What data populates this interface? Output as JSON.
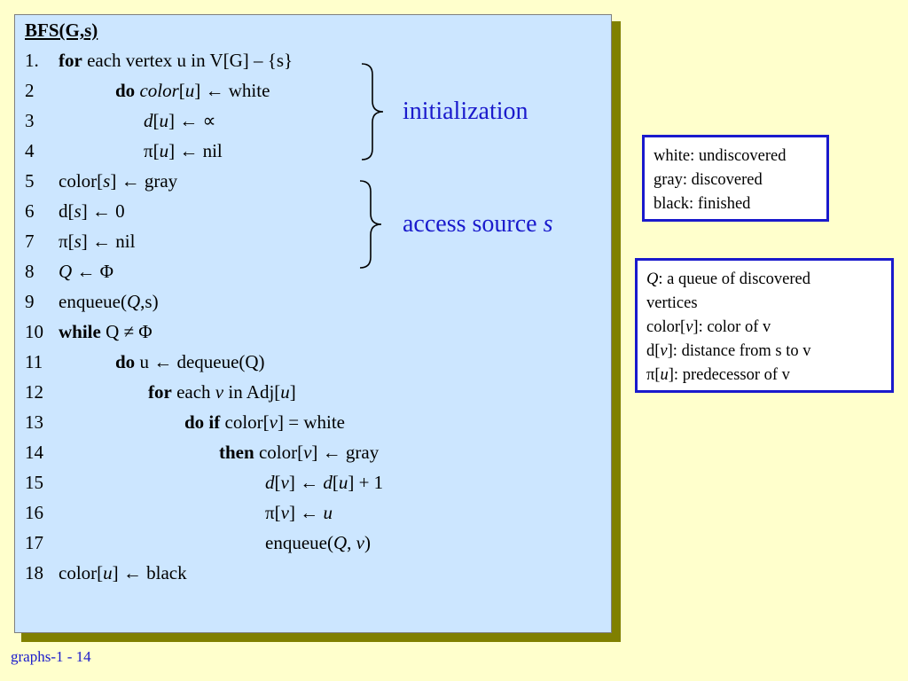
{
  "title": "BFS(G,s)",
  "lines": [
    {
      "num": "1.",
      "text": [
        {
          "t": "for",
          "s": "kw"
        },
        {
          "t": " each vertex u in V[G] – {s}"
        }
      ]
    },
    {
      "num": "2",
      "text": [
        {
          "t": "do",
          "s": "kw"
        },
        {
          "t": " "
        },
        {
          "t": "color",
          "s": "it"
        },
        {
          "t": "["
        },
        {
          "t": "u",
          "s": "it"
        },
        {
          "t": "] ← white"
        }
      ]
    },
    {
      "num": "3",
      "text": [
        {
          "t": "d",
          "s": "it"
        },
        {
          "t": "["
        },
        {
          "t": "u",
          "s": "it"
        },
        {
          "t": "] ← ∝"
        }
      ]
    },
    {
      "num": "4",
      "text": [
        {
          "t": "π["
        },
        {
          "t": "u",
          "s": "it"
        },
        {
          "t": "] ← nil"
        }
      ]
    },
    {
      "num": "5",
      "text": [
        {
          "t": "color["
        },
        {
          "t": "s",
          "s": "it"
        },
        {
          "t": "] ← gray"
        }
      ]
    },
    {
      "num": "6",
      "text": [
        {
          "t": "d["
        },
        {
          "t": "s",
          "s": "it"
        },
        {
          "t": "] ← 0"
        }
      ]
    },
    {
      "num": "7",
      "text": [
        {
          "t": " π["
        },
        {
          "t": "s",
          "s": "it"
        },
        {
          "t": "] ← nil"
        }
      ]
    },
    {
      "num": "8",
      "text": [
        {
          "t": "Q",
          "s": "it"
        },
        {
          "t": " ← Φ"
        }
      ]
    },
    {
      "num": "9",
      "text": [
        {
          "t": "enqueue("
        },
        {
          "t": "Q",
          "s": "it"
        },
        {
          "t": ",s)"
        }
      ]
    },
    {
      "num": "10",
      "text": [
        {
          "t": "while",
          "s": "kw"
        },
        {
          "t": " Q ≠ Φ"
        }
      ]
    },
    {
      "num": "11",
      "text": [
        {
          "t": "do",
          "s": "kw"
        },
        {
          "t": " u ← dequeue(Q)"
        }
      ]
    },
    {
      "num": "12",
      "text": [
        {
          "t": "for",
          "s": "kw"
        },
        {
          "t": " each "
        },
        {
          "t": "v",
          "s": "it"
        },
        {
          "t": " in Adj["
        },
        {
          "t": "u",
          "s": "it"
        },
        {
          "t": "]"
        }
      ]
    },
    {
      "num": "13",
      "text": [
        {
          "t": "do if",
          "s": "kw"
        },
        {
          "t": " color["
        },
        {
          "t": "v",
          "s": "it"
        },
        {
          "t": "] = white"
        }
      ]
    },
    {
      "num": "14",
      "text": [
        {
          "t": "then",
          "s": "kw"
        },
        {
          "t": " color["
        },
        {
          "t": "v",
          "s": "it"
        },
        {
          "t": "] ← gray"
        }
      ]
    },
    {
      "num": "15",
      "text": [
        {
          "t": "d",
          "s": "it"
        },
        {
          "t": "["
        },
        {
          "t": "v",
          "s": "it"
        },
        {
          "t": "] ← "
        },
        {
          "t": "d",
          "s": "it"
        },
        {
          "t": "["
        },
        {
          "t": "u",
          "s": "it"
        },
        {
          "t": "] + 1"
        }
      ]
    },
    {
      "num": "16",
      "text": [
        {
          "t": "π["
        },
        {
          "t": "v",
          "s": "it"
        },
        {
          "t": "] ← "
        },
        {
          "t": "u",
          "s": "it"
        }
      ]
    },
    {
      "num": "17",
      "text": [
        {
          "t": "enqueue("
        },
        {
          "t": "Q",
          "s": "it"
        },
        {
          "t": ", "
        },
        {
          "t": "v",
          "s": "it"
        },
        {
          "t": ")"
        }
      ]
    },
    {
      "num": "18",
      "text": [
        {
          "t": "color["
        },
        {
          "t": "u",
          "s": "it"
        },
        {
          "t": "] ← black"
        }
      ]
    }
  ],
  "annotations": {
    "initialization": "initialization",
    "access_source": "access source",
    "access_source_var": "s"
  },
  "color_legend": [
    "white: undiscovered",
    "gray: discovered",
    "black: finished"
  ],
  "var_legend": [
    [
      {
        "t": "Q",
        "s": "it"
      },
      {
        "t": ": a queue of discovered"
      }
    ],
    [
      {
        "t": "vertices"
      }
    ],
    [
      {
        "t": "color["
      },
      {
        "t": "v",
        "s": "it"
      },
      {
        "t": "]: color of v"
      }
    ],
    [
      {
        "t": "d["
      },
      {
        "t": "v",
        "s": "it"
      },
      {
        "t": "]: distance from s to v"
      }
    ],
    [
      {
        "t": "π["
      },
      {
        "t": "u",
        "s": "it"
      },
      {
        "t": "]: predecessor of v"
      }
    ]
  ],
  "footer": "graphs-1 - 14",
  "colors": {
    "background": "#ffffcc",
    "code_box": "#cce6ff",
    "shadow": "#808000",
    "accent": "#1a1acc"
  }
}
